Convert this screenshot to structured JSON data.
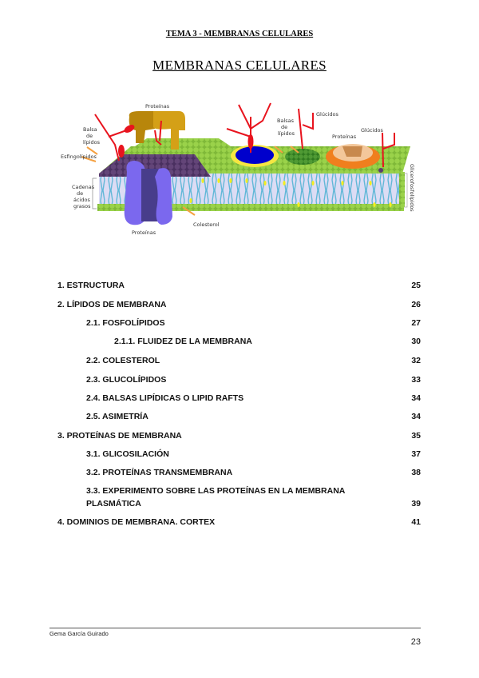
{
  "header": {
    "running_title": "TEMA 3 - MEMBRANAS CELULARES"
  },
  "main": {
    "title": "MEMBRANAS CELULARES",
    "diagram": {
      "labels": {
        "proteinas_top": "Proteínas",
        "balsa_lipidos_left_1": "Balsa",
        "balsa_lipidos_left_2": "de",
        "balsa_lipidos_left_3": "lípidos",
        "esfingolipidos": "Esfingolípidos",
        "cadenas_1": "Cadenas",
        "cadenas_2": "de",
        "cadenas_3": "ácidos",
        "cadenas_4": "grasos",
        "proteinas_bottom": "Proteínas",
        "colesterol": "Colesterol",
        "balsas_mid_1": "Balsas",
        "balsas_mid_2": "de",
        "balsas_mid_3": "lípidos",
        "glucidos_top": "Glúcidos",
        "proteinas_right": "Proteínas",
        "glucidos_right": "Glúcidos",
        "glicerofosfolipidos": "Glicerofosfolípidos"
      },
      "colors": {
        "head_green": "#8cc63f",
        "tail_blue": "#6ec6e0",
        "bilayer_bg": "#d9d9f5",
        "sphingo_purple": "#5b3f6e",
        "protein_violet": "#7b68ee",
        "protein_dark": "#483d8b",
        "protein_brown_1": "#b8860b",
        "protein_brown_2": "#d4a017",
        "glycan_red": "#e8141e",
        "raft_blue": "#0000cc",
        "raft_yellow": "#f5e642",
        "raft_dark_green": "#3f8f2a",
        "raft_orange": "#f07f1e",
        "raft_beige": "#f3c79a",
        "arrow_orange": "#f5a040",
        "cholesterol_yellow": "#f5f01e"
      }
    },
    "toc": [
      {
        "label": "1. ESTRUCTURA",
        "page": "25",
        "level": 1
      },
      {
        "label": "2. LÍPIDOS DE MEMBRANA",
        "page": "26",
        "level": 1
      },
      {
        "label": "2.1. FOSFOLÍPIDOS",
        "page": "27",
        "level": 2
      },
      {
        "label": "2.1.1. FLUIDEZ DE LA MEMBRANA",
        "page": "30",
        "level": 3
      },
      {
        "label": "2.2. COLESTEROL",
        "page": "32",
        "level": 2
      },
      {
        "label": "2.3. GLUCOLÍPIDOS",
        "page": "33",
        "level": 2
      },
      {
        "label": "2.4. BALSAS LIPÍDICAS O LIPID RAFTS",
        "page": "34",
        "level": 2
      },
      {
        "label": "2.5. ASIMETRÍA",
        "page": "34",
        "level": 2
      },
      {
        "label": "3. PROTEÍNAS DE MEMBRANA",
        "page": "35",
        "level": 1
      },
      {
        "label": "3.1. GLICOSILACIÓN",
        "page": "37",
        "level": 2
      },
      {
        "label": "3.2. PROTEÍNAS TRANSMEMBRANA",
        "page": "38",
        "level": 2
      },
      {
        "label": "3.3. EXPERIMENTO SOBRE LAS PROTEÍNAS EN LA MEMBRANA",
        "label_line2": "PLASMÁTICA",
        "page": "39",
        "level": 2
      },
      {
        "label": "4. DOMINIOS DE MEMBRANA. CORTEX",
        "page": "41",
        "level": 1
      }
    ]
  },
  "footer": {
    "author": "Gema García Guirado",
    "page_number": "23"
  }
}
